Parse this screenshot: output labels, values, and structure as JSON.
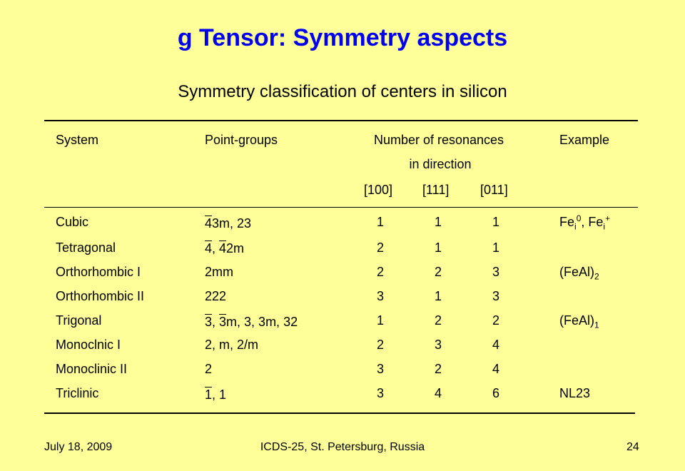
{
  "slide": {
    "title": "g Tensor: Symmetry aspects",
    "subtitle": "Symmetry classification of centers in silicon"
  },
  "table": {
    "headers": {
      "system": "System",
      "point_groups": "Point-groups",
      "resonances_line1": "Number of resonances",
      "resonances_line2": "in direction",
      "dir_100": "[100]",
      "dir_111": "[111]",
      "dir_011": "[011]",
      "example": "Example"
    },
    "rows": [
      {
        "system": "Cubic",
        "point_groups": "43m, 23",
        "r100": "1",
        "r111": "1",
        "r011": "1",
        "example": "Fe 0 , Fe +"
      },
      {
        "system": "Tetragonal",
        "point_groups": "4, 42m",
        "r100": "2",
        "r111": "1",
        "r011": "1",
        "example": ""
      },
      {
        "system": "Orthorhombic I",
        "point_groups": "2mm",
        "r100": "2",
        "r111": "2",
        "r011": "3",
        "example": "(FeAl)2"
      },
      {
        "system": "Orthorhombic II",
        "point_groups": "222",
        "r100": "3",
        "r111": "1",
        "r011": "3",
        "example": ""
      },
      {
        "system": "Trigonal",
        "point_groups": "3, 3m, 3, 3m, 32",
        "r100": "1",
        "r111": "2",
        "r011": "2",
        "example": "(FeAl)1"
      },
      {
        "system": "Monoclnic I",
        "point_groups": "2, m, 2/m",
        "r100": "2",
        "r111": "3",
        "r011": "4",
        "example": ""
      },
      {
        "system": "Monoclinic II",
        "point_groups": "2",
        "r100": "3",
        "r111": "2",
        "r011": "4",
        "example": ""
      },
      {
        "system": "Triclinic",
        "point_groups": "1, 1",
        "r100": "3",
        "r111": "4",
        "r011": "6",
        "example": "NL23"
      }
    ],
    "example_parts": {
      "fe": "Fe",
      "i": "i",
      "zero": "0",
      "plus": "+",
      "sep": ", ",
      "feal": "(FeAl)",
      "sub2": "2",
      "sub1": "1"
    },
    "pg_parts": {
      "cubic_bar": "4",
      "cubic_rest": "3m, 23",
      "tet_bar1": "4",
      "tet_sep": ", ",
      "tet_bar2": "4",
      "tet_rest": "2m",
      "tri_bar1": "3",
      "tri_sep1": ", ",
      "tri_bar2": "3",
      "tri_rest": "m, 3, 3m, 32",
      "tricl_bar": "1",
      "tricl_rest": ", 1"
    }
  },
  "footer": {
    "date": "July 18, 2009",
    "conference": "ICDS-25, St. Petersburg, Russia",
    "page": "24"
  },
  "colors": {
    "background": "#ffff99",
    "title": "#0000ee"
  }
}
